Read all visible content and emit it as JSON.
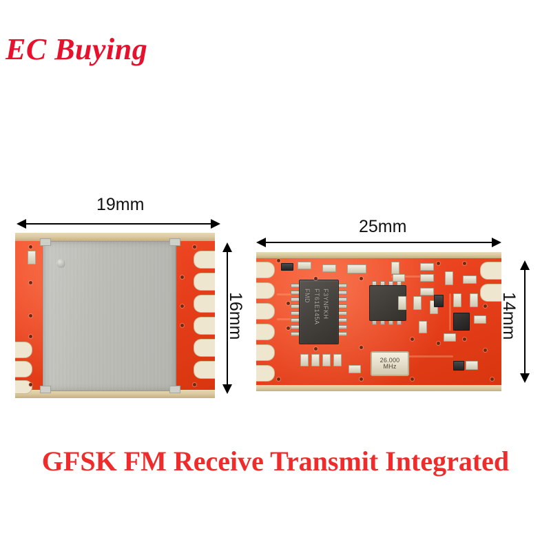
{
  "brand": {
    "logo_text": "EC Buying",
    "logo_color": "#e8112d"
  },
  "caption": {
    "text": "GFSK FM Receive Transmit Integrated",
    "color": "#ef2b2b"
  },
  "modules": [
    {
      "id": "left-module",
      "view": "shielded-top",
      "dimensions": {
        "width_label": "19mm",
        "height_label": "16mm"
      },
      "features": {
        "pcb_color": "#e8401d",
        "shield_label": "metal-shield-can",
        "castellated_pads_left": 3,
        "castellated_pads_right": 6
      }
    },
    {
      "id": "right-module",
      "view": "component-side",
      "dimensions": {
        "width_label": "25mm",
        "height_label": "14mm"
      },
      "features": {
        "pcb_color": "#e8401d",
        "castellated_pads_left": 6,
        "castellated_pads_right": 2
      },
      "components": [
        {
          "name": "mcu-ic",
          "package": "SOP",
          "markings": [
            "FMD",
            "FT61E145A",
            "F3YNFKH"
          ]
        },
        {
          "name": "rf-transceiver-ic",
          "package": "QFN",
          "markings": []
        },
        {
          "name": "crystal-oscillator",
          "package": "SMD-crystal",
          "markings": [
            "26.000",
            "MHz"
          ]
        }
      ]
    }
  ],
  "annotations": {
    "left_width": "19mm",
    "left_height": "16mm",
    "right_width": "25mm",
    "right_height": "14mm"
  }
}
